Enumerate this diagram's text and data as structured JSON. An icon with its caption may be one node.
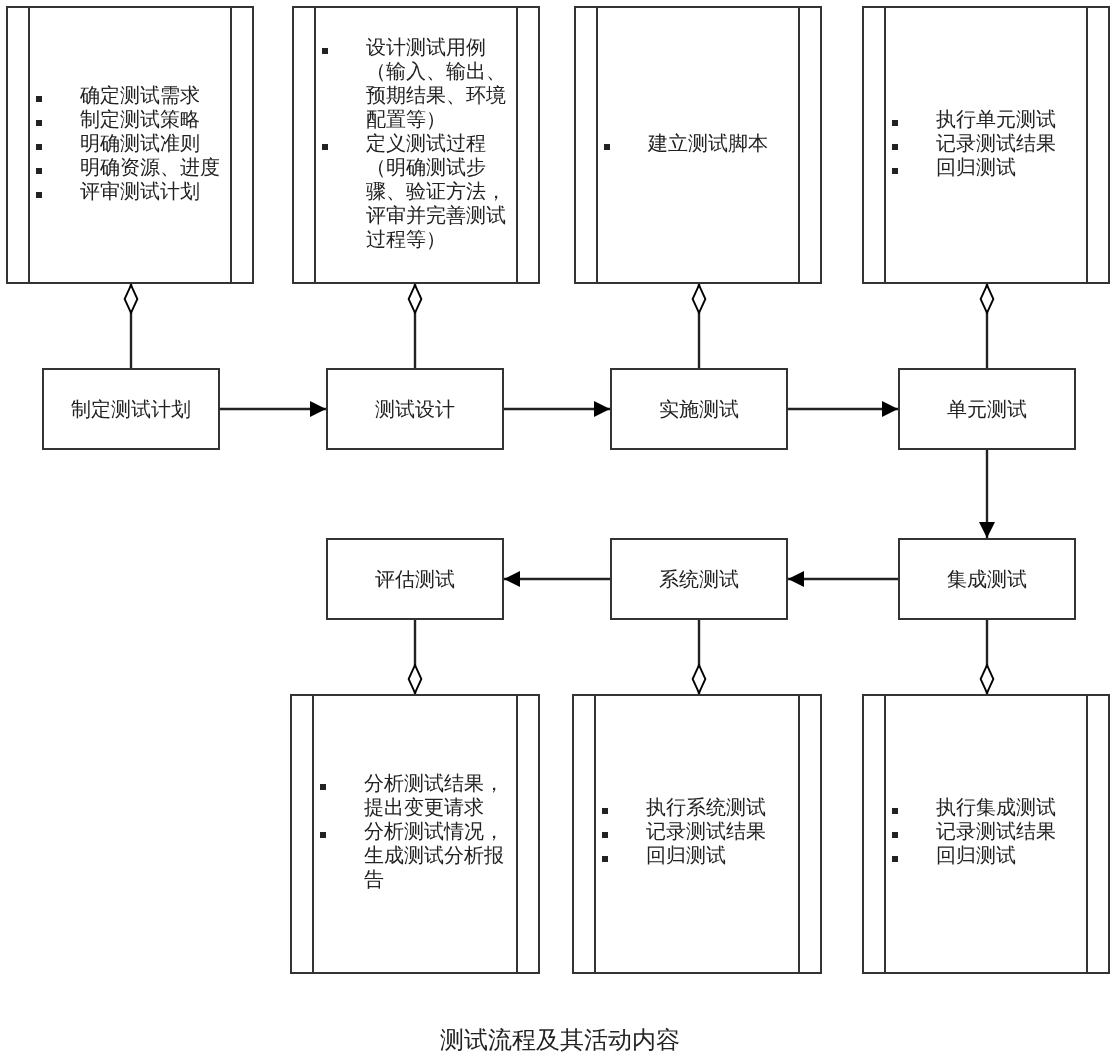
{
  "diagram": {
    "caption": "测试流程及其活动内容",
    "nodes": [
      {
        "text": [
          "确定测试需求",
          "制定测试策略",
          "明确测试准则",
          "明确资源、进度",
          "评审测试计划"
        ]
      },
      {
        "text": [
          "设计测试用例（输入、输出、预期结果、环境配置等）",
          "定义测试过程（明确测试步骤、验证方法，评审并完善测试过程等）"
        ]
      },
      {
        "text": [
          "建立测试脚本"
        ]
      },
      {
        "text": [
          "执行单元测试",
          "记录测试结果",
          "回归测试"
        ]
      },
      {
        "text": [
          "制定测试计划"
        ]
      },
      {
        "text": [
          "测试设计"
        ]
      },
      {
        "text": [
          "实施测试"
        ]
      },
      {
        "text": [
          "单元测试"
        ]
      },
      {
        "text": [
          "评估测试"
        ]
      },
      {
        "text": [
          "系统测试"
        ]
      },
      {
        "text": [
          "集成测试"
        ]
      },
      {
        "text": [
          "分析测试结果，提出变更请求",
          "分析测试情况，生成测试分析报告"
        ]
      },
      {
        "text": [
          "执行系统测试",
          "记录测试结果",
          "回归测试"
        ]
      },
      {
        "text": [
          "执行集成测试",
          "记录测试结果",
          "回归测试"
        ]
      }
    ],
    "edges": [
      {
        "from": 4,
        "to": 5,
        "arrow": "to"
      },
      {
        "from": 5,
        "to": 6,
        "arrow": "to"
      },
      {
        "from": 6,
        "to": 7,
        "arrow": "to"
      },
      {
        "from": 7,
        "to": 10,
        "arrow": "to"
      },
      {
        "from": 10,
        "to": 9,
        "arrow": "to"
      },
      {
        "from": 9,
        "to": 8,
        "arrow": "to"
      },
      {
        "from": 4,
        "to": 0,
        "arrow": "other"
      },
      {
        "from": 5,
        "to": 1,
        "arrow": "other"
      },
      {
        "from": 6,
        "to": 2,
        "arrow": "other"
      },
      {
        "from": 7,
        "to": 3,
        "arrow": "other"
      },
      {
        "from": 8,
        "to": 11,
        "arrow": "other"
      },
      {
        "from": 9,
        "to": 12,
        "arrow": "other"
      },
      {
        "from": 10,
        "to": 13,
        "arrow": "other"
      }
    ]
  }
}
